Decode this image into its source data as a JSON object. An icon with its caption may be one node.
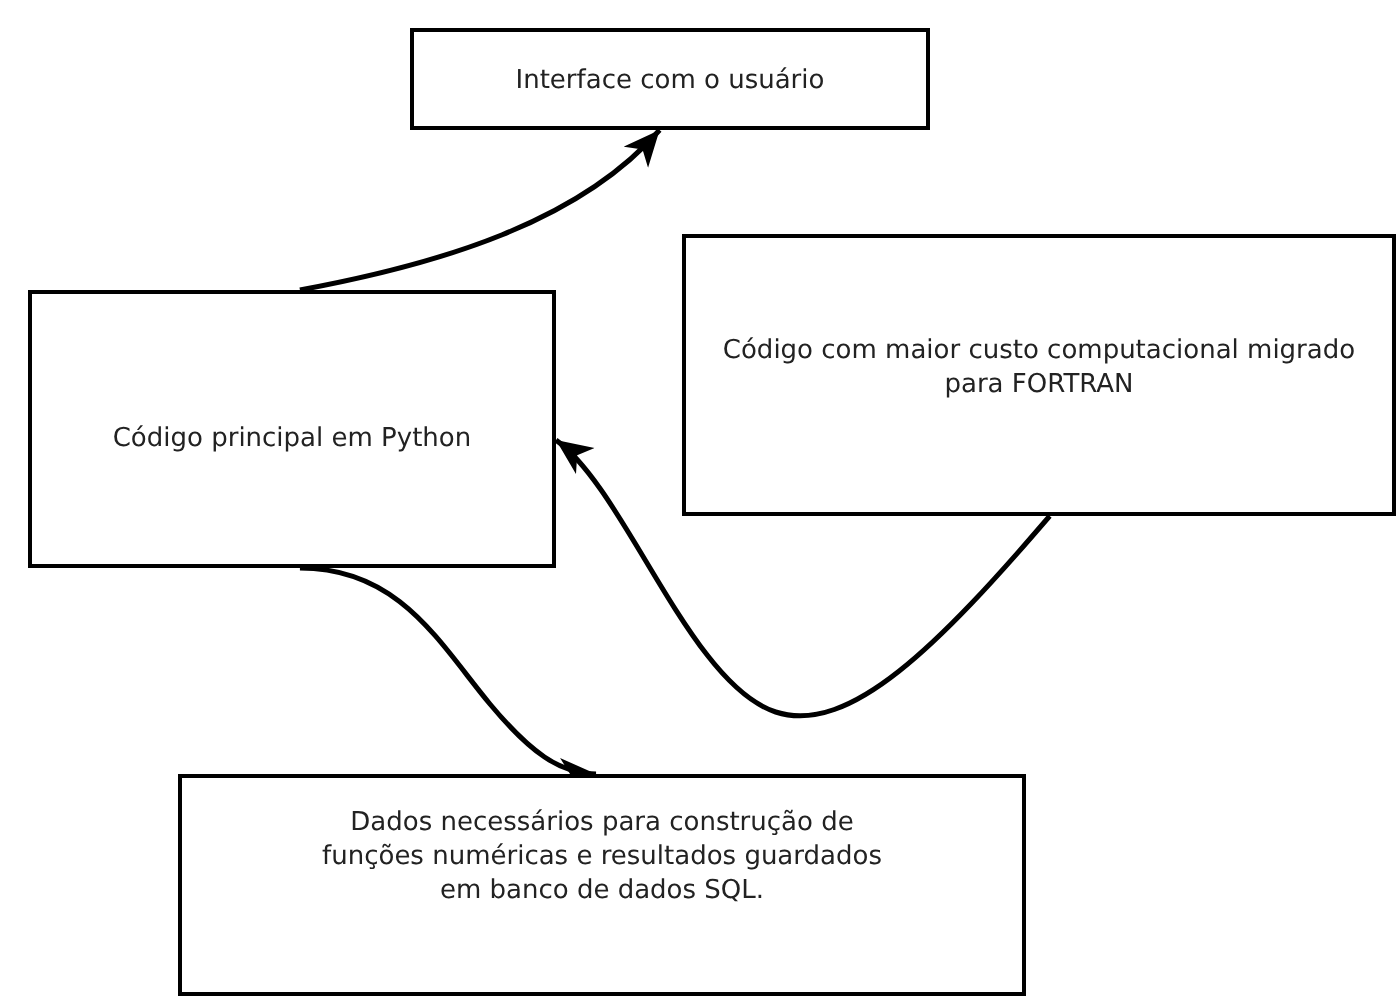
{
  "diagram": {
    "nodes": [
      {
        "text": [
          "Interface com o usuário"
        ]
      },
      {
        "text": [
          "Código principal em Python"
        ]
      },
      {
        "text": [
          "Código com maior custo computacional migrado para FORTRAN"
        ]
      },
      {
        "text": [
          "Dados necessários para construção de funções numéricas e resultados guardados em banco de dados SQL."
        ]
      }
    ],
    "edges": [
      {
        "from": 1,
        "to": 0,
        "arrow": "to"
      },
      {
        "from": 2,
        "to": 1,
        "arrow": "to"
      },
      {
        "from": 1,
        "to": 3,
        "arrow": "to"
      }
    ]
  }
}
